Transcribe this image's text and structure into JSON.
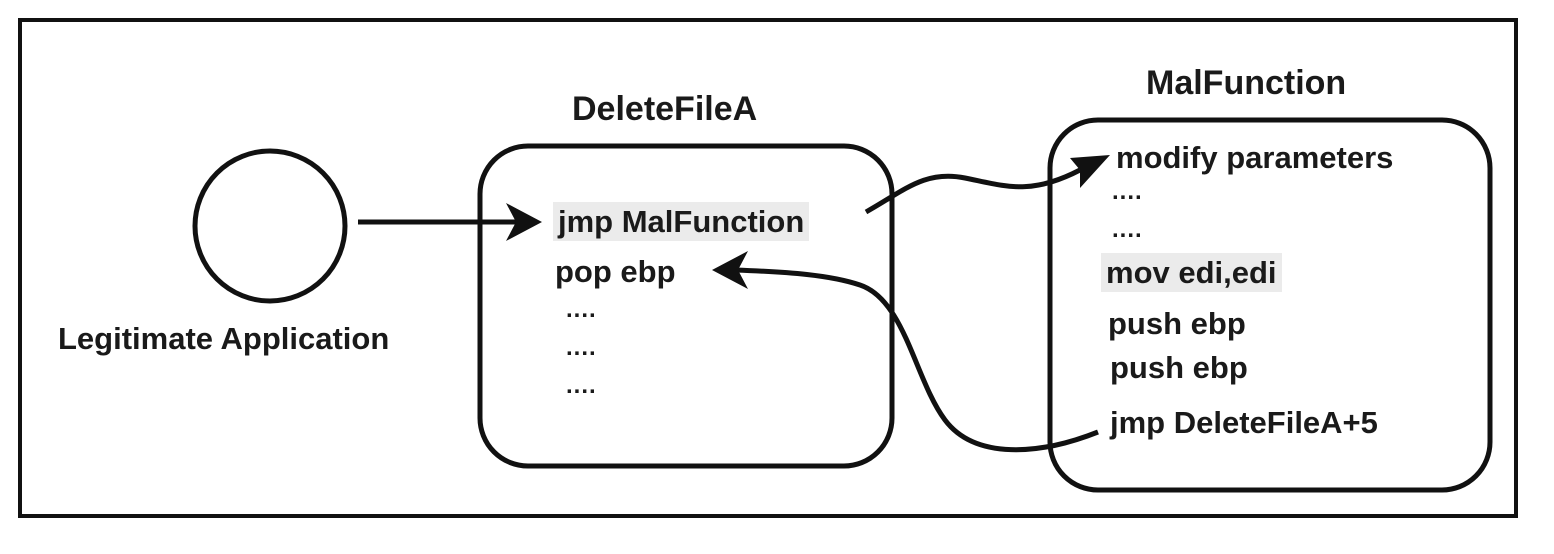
{
  "legitimate_application": {
    "label": "Legitimate Application"
  },
  "delete_file_a": {
    "title": "DeleteFileA",
    "lines": [
      "jmp MalFunction",
      "pop ebp",
      "....",
      "....",
      "...."
    ]
  },
  "mal_function": {
    "title": "MalFunction",
    "lines": [
      "modify parameters",
      "....",
      "....",
      "mov edi,edi",
      "push ebp",
      "push ebp",
      "jmp DeleteFileA+5"
    ]
  }
}
